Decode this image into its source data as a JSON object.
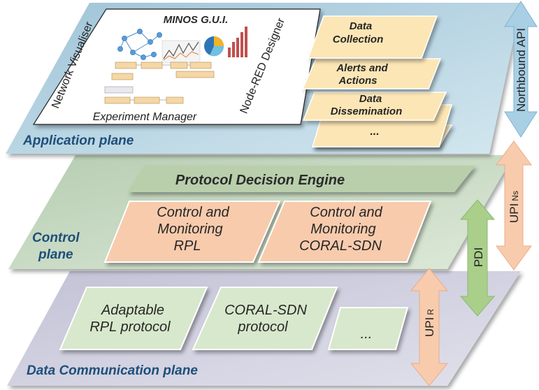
{
  "gui": {
    "title": "MINOS G.U.I.",
    "left_label": "Network Visualiser",
    "right_label": "Node-RED Designer",
    "bottom_label": "Experiment Manager"
  },
  "application_plane": {
    "title": "Application plane",
    "modules": [
      {
        "line1": "Data",
        "line2": "Collection"
      },
      {
        "line1": "Alerts and",
        "line2": "Actions"
      },
      {
        "line1": "Data",
        "line2": "Dissemination"
      },
      {
        "line1": "...",
        "line2": ""
      }
    ]
  },
  "control_plane": {
    "title_line1": "Control",
    "title_line2": "plane",
    "engine": "Protocol Decision Engine",
    "boxes": [
      {
        "line1": "Control and",
        "line2": "Monitoring",
        "line3": "RPL"
      },
      {
        "line1": "Control and",
        "line2": "Monitoring",
        "line3": "CORAL-SDN"
      }
    ]
  },
  "data_plane": {
    "title": "Data Communication plane",
    "boxes": [
      {
        "line1": "Adaptable",
        "line2": "RPL protocol"
      },
      {
        "line1": "CORAL-SDN",
        "line2": "protocol"
      },
      {
        "line1": "...",
        "line2": ""
      }
    ]
  },
  "interfaces": {
    "northbound": "Northbound API",
    "upi_ns": "UPI",
    "upi_ns_sub": "Ns",
    "pdi": "PDI",
    "upi_r": "UPI",
    "upi_r_sub": "R"
  },
  "colors": {
    "app_plane": "#b7d4e2",
    "control_plane": "#c9dac5",
    "data_plane": "#d0d0e0",
    "module_fill": "#fde6b5",
    "control_box": "#f8cbad",
    "data_box": "#d8e8cc",
    "engine": "#b9cfac",
    "northbound_arrow": "#a9cfe4",
    "upi_arrow": "#f8cbad",
    "pdi_arrow": "#a9cf8b"
  }
}
